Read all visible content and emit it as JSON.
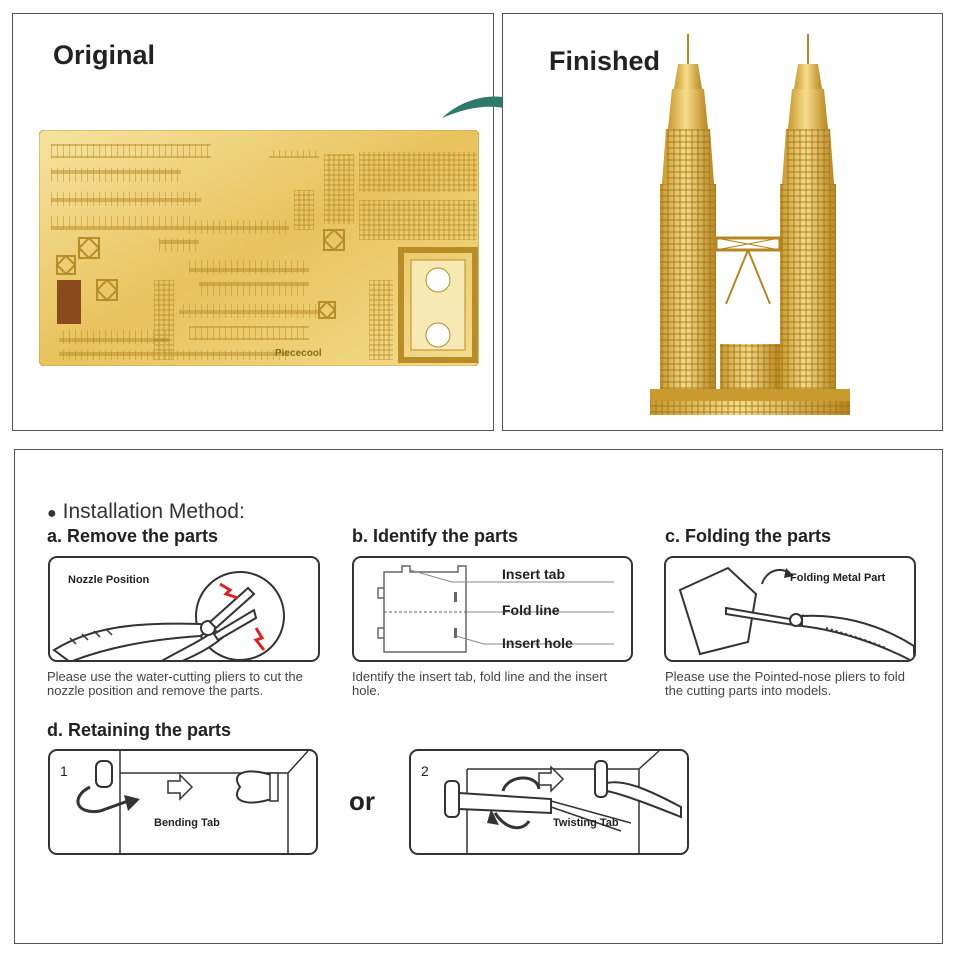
{
  "original": {
    "title": "Original",
    "brand": "Piececool"
  },
  "finished": {
    "title": "Finished"
  },
  "installation": {
    "heading": "Installation Method:",
    "steps": {
      "a": {
        "title": "a. Remove the parts",
        "label": "Nozzle Position",
        "description": "Please use the water-cutting pliers to cut the nozzle position and remove the parts."
      },
      "b": {
        "title": "b. Identify the parts",
        "labels": [
          "Insert tab",
          "Fold line",
          "Insert hole"
        ],
        "description": "Identify the insert tab, fold line and the insert hole."
      },
      "c": {
        "title": "c. Folding the parts",
        "label": "Folding Metal Part",
        "description": "Please use the Pointed-nose pliers to fold the cutting parts into models."
      },
      "d": {
        "title": "d. Retaining the parts",
        "option1": {
          "number": "1",
          "label": "Bending Tab"
        },
        "separator": "or",
        "option2": {
          "number": "2",
          "label": "Twisting Tab"
        }
      }
    }
  },
  "colors": {
    "gold": "#e8c766",
    "gold_dark": "#b08a2a",
    "arrow_teal": "#2f7a6a",
    "accent_red": "#e02020",
    "outline": "#333333"
  },
  "icons": [
    "bullet-dot-icon",
    "curved-arrow-icon",
    "right-arrow-icon",
    "pliers-icon",
    "rotate-arrow-icon"
  ]
}
